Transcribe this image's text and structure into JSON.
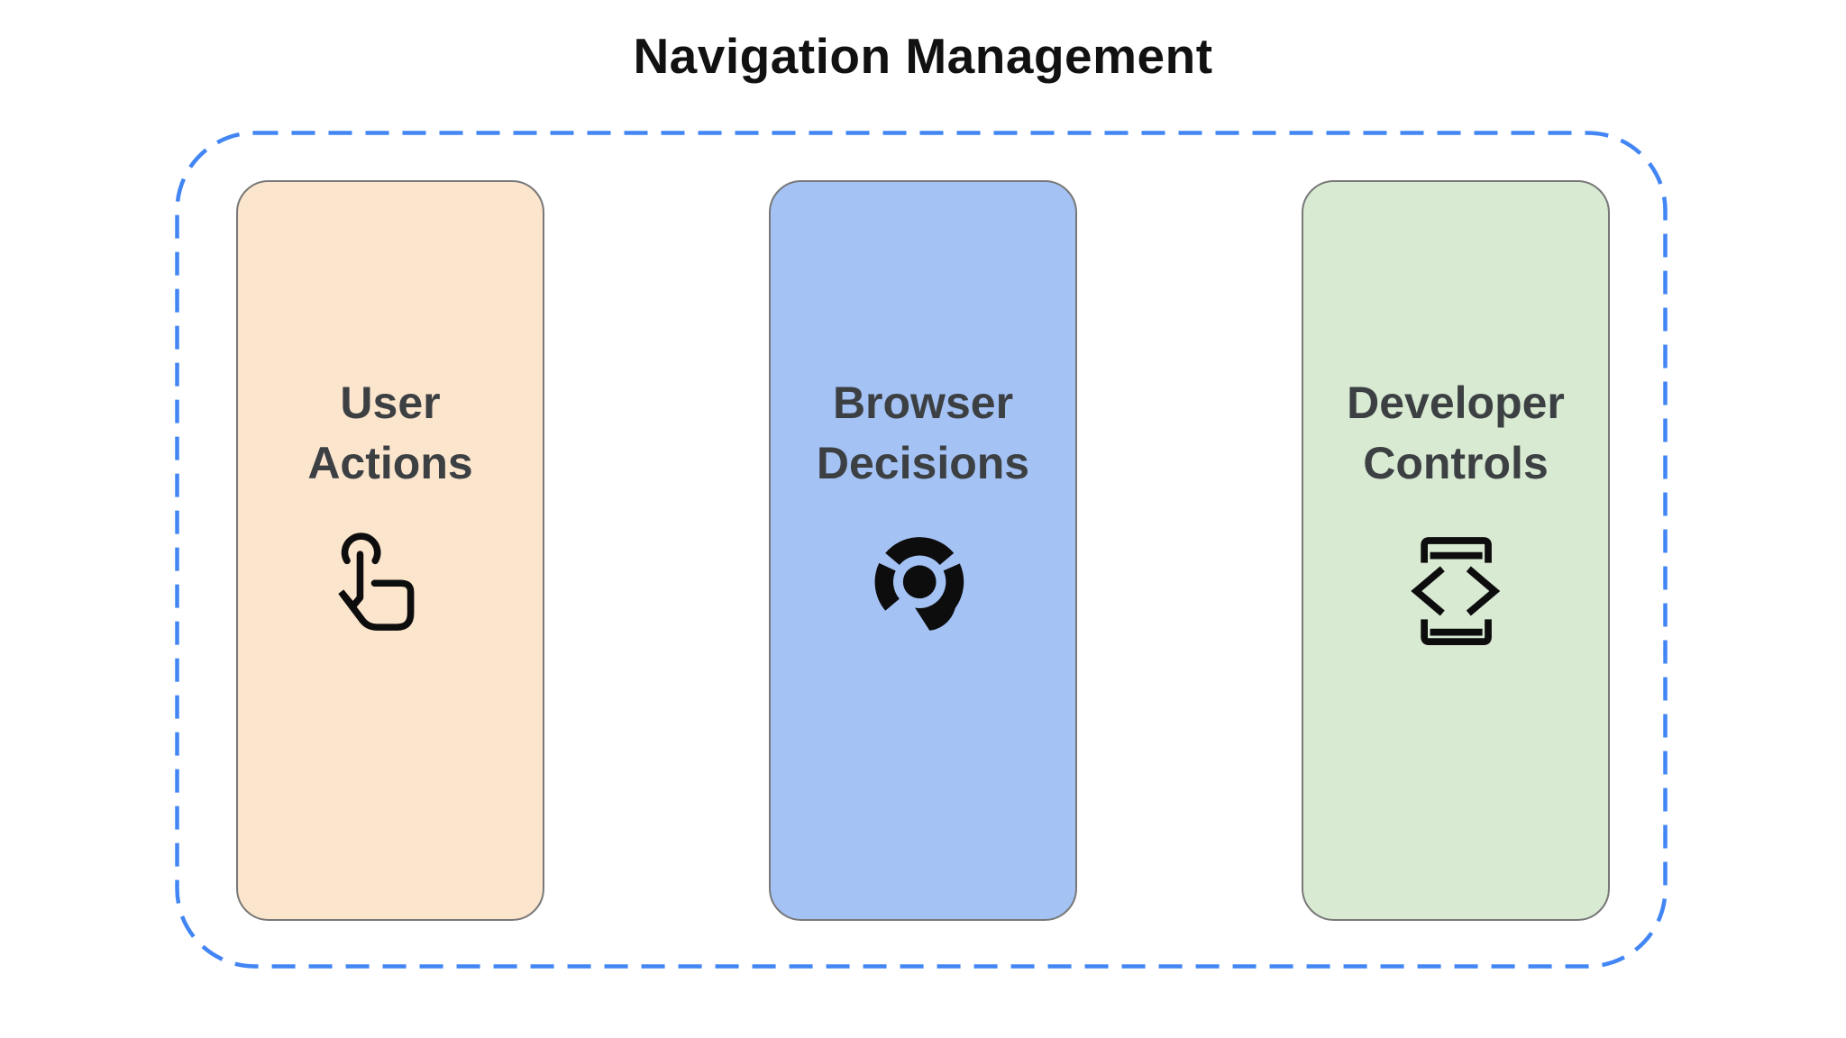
{
  "page": {
    "title": "Navigation Management"
  },
  "container": {
    "border_color": "#4285f4",
    "border_style": "dashed"
  },
  "colors": {
    "card_outline": "#787878",
    "label_text": "#3c4043",
    "title_text": "#111111",
    "icon_color": "#0d0d0d"
  },
  "cards": [
    {
      "label": "User Actions",
      "bg": "#fce5cd",
      "icon": "touch-gesture-icon"
    },
    {
      "label": "Browser Decisions",
      "bg": "#a4c2f4",
      "icon": "chrome-browser-icon"
    },
    {
      "label": "Developer Controls",
      "bg": "#d9ead3",
      "icon": "developer-mode-icon"
    }
  ]
}
